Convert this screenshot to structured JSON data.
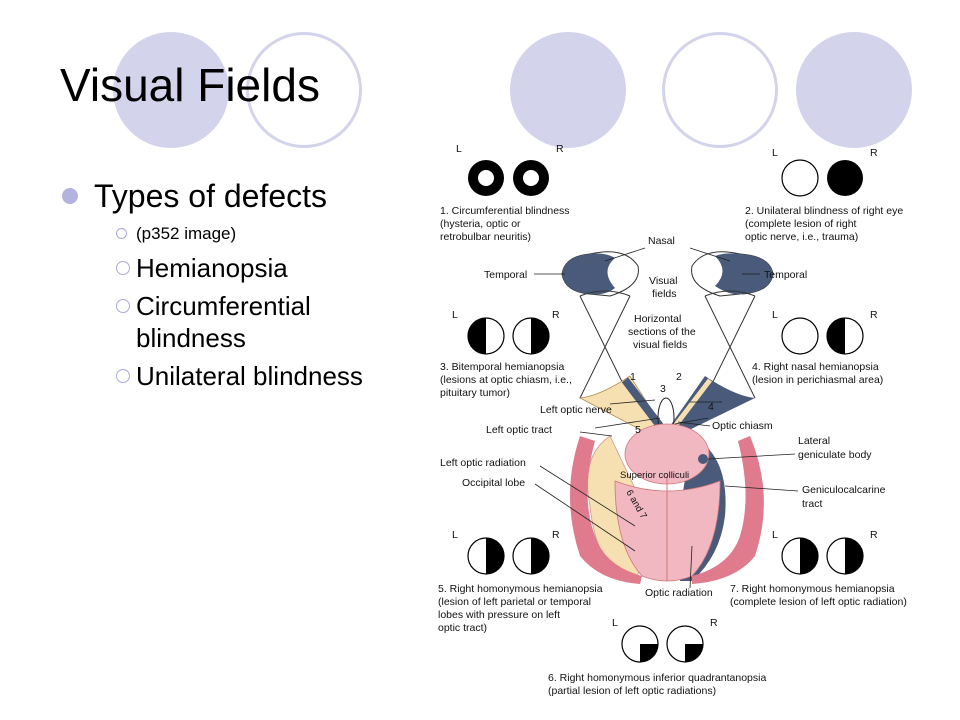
{
  "title": "Visual Fields",
  "bullets": {
    "main": "Types of defects",
    "sub": [
      "(p352 image)",
      "Hemianopsia",
      "Circumferential blindness",
      "Unilateral blindness"
    ]
  },
  "figure": {
    "lr_left": "L",
    "lr_right": "R",
    "defects": {
      "d1": [
        "1. Circumferential blindness",
        "(hysteria, optic or",
        "retrobulbar neuritis)"
      ],
      "d2": [
        "2. Unilateral blindness of right eye",
        "(complete lesion of right",
        "optic nerve, i.e., trauma)"
      ],
      "d3": [
        "3. Bitemporal hemianopsia",
        "(lesions at optic chiasm, i.e.,",
        "pituitary tumor)"
      ],
      "d4": [
        "4. Right nasal hemianopsia",
        "(lesion in perichiasmal area)"
      ],
      "d5": [
        "5. Right homonymous hemianopsia",
        "(lesion of left parietal or temporal",
        "lobes with pressure on left",
        "optic tract)"
      ],
      "d6": [
        "6. Right homonymous inferior quadrantanopsia",
        "(partial lesion of left optic radiations)"
      ],
      "d7": [
        "7. Right homonymous hemianopsia",
        "(complete lesion of left optic radiation)"
      ]
    },
    "labels": {
      "nasal": "Nasal",
      "temporal_left": "Temporal",
      "temporal_right": "Temporal",
      "visual": "Visual",
      "fields": "fields",
      "horizontal": [
        "Horizontal",
        "sections of the",
        "visual fields"
      ],
      "left_optic_nerve": "Left optic nerve",
      "left_optic_tract": "Left optic tract",
      "left_optic_radiation": "Left optic radiation",
      "occipital_lobe": "Occipital lobe",
      "optic_chiasm": "Optic chiasm",
      "lateral_geniculate": [
        "Lateral",
        "geniculate body"
      ],
      "superior_colliculi": "Superior colliculi",
      "six_and_seven": "6 and 7",
      "geniculocalcarine": [
        "Geniculocalcarine",
        "tract"
      ],
      "optic_radiation": "Optic radiation",
      "n1": "1",
      "n2": "2",
      "n3": "3",
      "n4": "4",
      "n5": "5"
    }
  },
  "colors": {
    "accent_circle": "#d3d3ec",
    "bullet": "#b3b3e0",
    "brain_pink": "#f2b8c2",
    "brain_dark": "#e07b8d",
    "nerve_blue": "#4a5a7a",
    "tract_yellow": "#f6dfb0"
  }
}
